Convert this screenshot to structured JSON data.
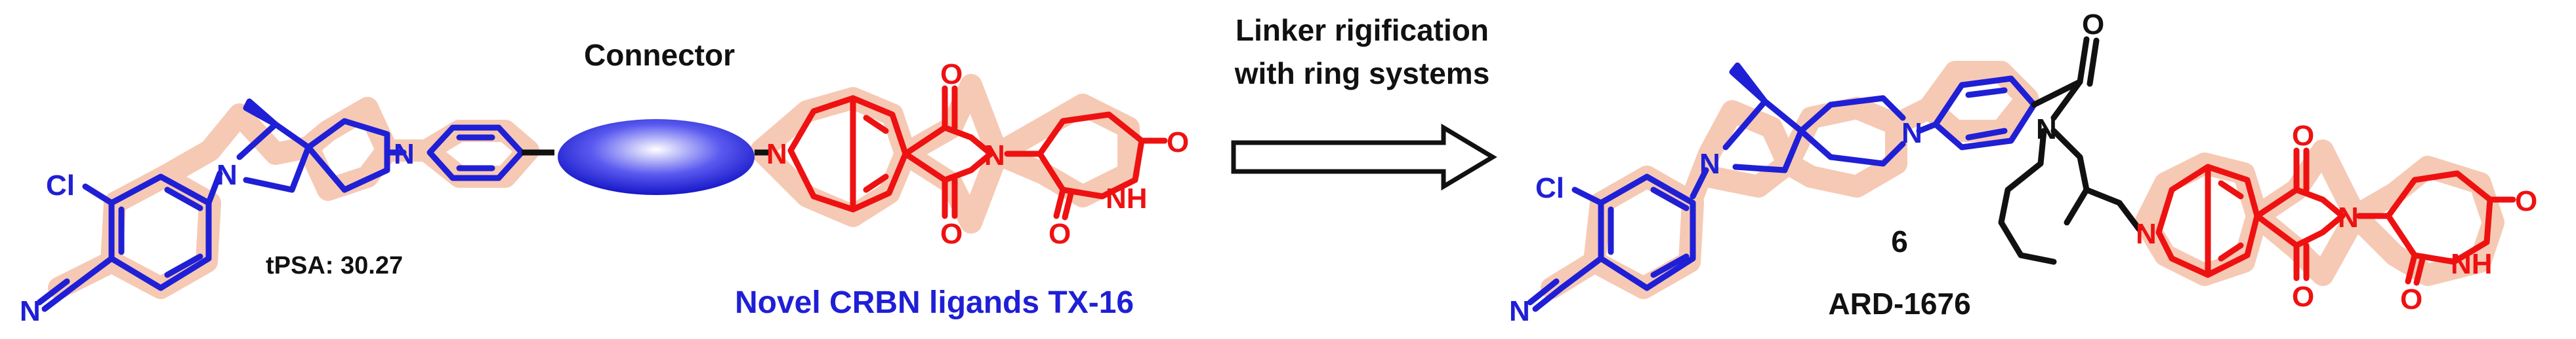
{
  "labels": {
    "connector": "Connector",
    "tpsa": "tPSA: 30.27",
    "novel_ligands": "Novel CRBN ligands TX-16",
    "arrow_line1": "Linker rigification",
    "arrow_line2": "with ring systems",
    "compound_number": "6",
    "compound_name": "ARD-1676"
  },
  "atoms": {
    "cl": "Cl",
    "n": "N",
    "o": "O",
    "nh": "NH"
  },
  "colors": {
    "ar_ligand": "#1f1fd6",
    "crbn_ligand": "#ee1111",
    "linker": "#111111",
    "highlight": "#f6c9b4",
    "label_blue": "#1f1fd6"
  }
}
